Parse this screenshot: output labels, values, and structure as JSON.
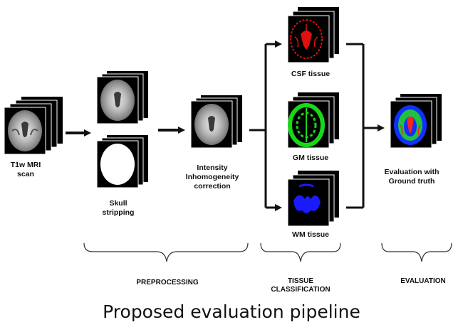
{
  "labels": {
    "input": [
      "T1w MRI",
      "scan"
    ],
    "skull": [
      "Skull",
      "stripping"
    ],
    "intensity": [
      "Intensity",
      "Inhomogeneity",
      "correction"
    ],
    "csf": "CSF tissue",
    "gm": "GM tissue",
    "wm": "WM tissue",
    "evaluation": [
      "Evaluation with",
      "Ground truth"
    ]
  },
  "sections": {
    "preprocessing": "PREPROCESSING",
    "tissue": [
      "TISSUE",
      "CLASSIFICATION"
    ],
    "evaluation": "EVALUATION"
  },
  "caption": "Proposed evaluation pipeline",
  "colors": {
    "mri_gray": "#9a9a9a",
    "csf": "#e01010",
    "gm": "#18d818",
    "wm": "#1a1aff",
    "eval_blue": "#1030ff",
    "eval_green": "#20c040",
    "eval_red": "#ff2020"
  }
}
